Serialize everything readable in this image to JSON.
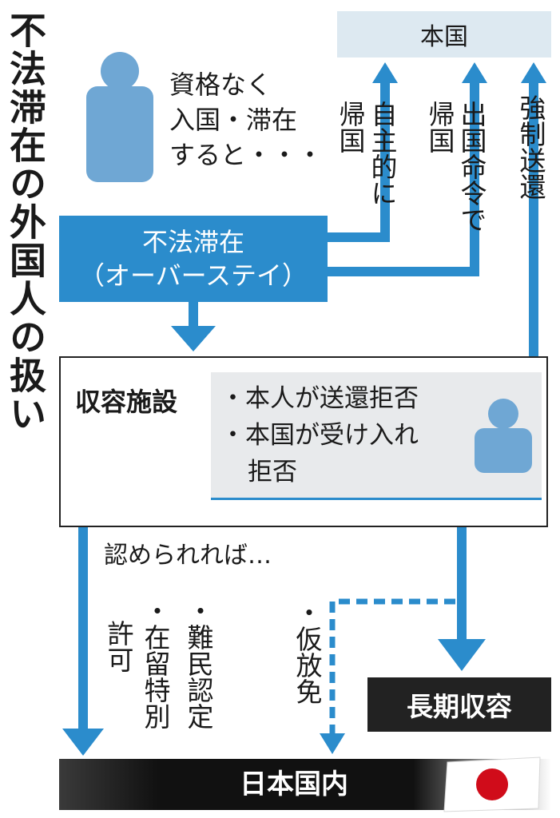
{
  "title": "不法滞在の外国人の扱い",
  "home_country": "本国",
  "return_routes": {
    "voluntary": "自主的に帰国",
    "deportation_order": "出国命令で帰国",
    "forced_deportation": "強制送還"
  },
  "entry_text": [
    "資格なく",
    "入国・滞在",
    "すると・・・"
  ],
  "overstay": {
    "line1": "不法滞在",
    "line2": "（オーバーステイ）"
  },
  "facility": {
    "label": "収容施設",
    "refusal_items": [
      "・本人が送還拒否",
      "・本国が受け入れ",
      "拒否"
    ]
  },
  "if_approved": "認められれば…",
  "outcomes": {
    "permission": "許可",
    "special_residence": "・在留特別",
    "refugee": "・難民認定",
    "provisional_release": "・仮放免"
  },
  "long_term_detention": "長期収容",
  "japan": "日本国内",
  "colors": {
    "blue": "#2b8ccc",
    "light_blue": "#dde9f1",
    "person_blue": "#6fa7d4",
    "gray": "#a8a8a8",
    "dark": "#222222",
    "flag_red": "#d00c1a"
  }
}
